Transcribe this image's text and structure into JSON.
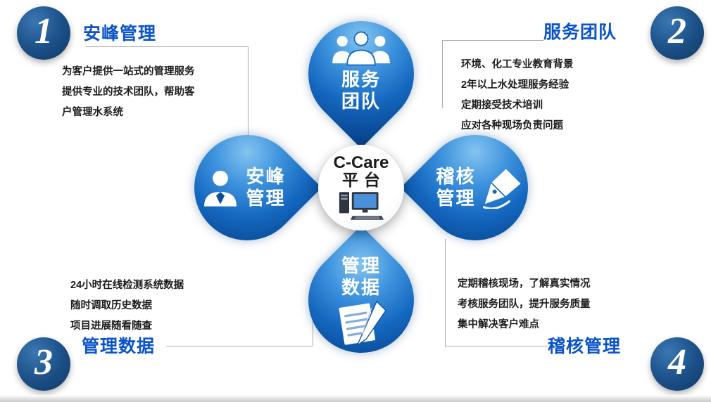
{
  "center": {
    "title": "C-Care",
    "subtitle": "平台",
    "icon": "desktop-computer-icon"
  },
  "petals": [
    {
      "position": "top",
      "lines": [
        "服务",
        "团队"
      ],
      "icon": "team-icon"
    },
    {
      "position": "left",
      "lines": [
        "安峰",
        "管理"
      ],
      "icon": "manager-icon"
    },
    {
      "position": "right",
      "lines": [
        "稽核",
        "管理"
      ],
      "icon": "fountain-pen-icon"
    },
    {
      "position": "bottom",
      "lines": [
        "管理",
        "数据"
      ],
      "icon": "document-pen-icon"
    }
  ],
  "corners": [
    {
      "number": "1",
      "heading": "安峰管理",
      "lines": [
        "为客户提供一站式的管理服务",
        "提供专业的技术团队，帮助客",
        "户管理水系统"
      ]
    },
    {
      "number": "2",
      "heading": "服务团队",
      "lines": [
        "环境、化工专业教育背景",
        "2年以上水处理服务经验",
        "定期接受技术培训",
        "应对各种现场负责问题"
      ]
    },
    {
      "number": "3",
      "heading": "管理数据",
      "lines": [
        "24小时在线检测系统数据",
        "随时调取历史数据",
        "项目进展随看随查"
      ]
    },
    {
      "number": "4",
      "heading": "稽核管理",
      "lines": [
        "定期稽核现场，了解真实情况",
        "考核服务团队，提升服务质量",
        "集中解决客户难点"
      ]
    }
  ],
  "colors": {
    "heading_blue": "#0b54c8",
    "petal_blue_dark": "#0a4b98",
    "petal_blue_light": "#84c4f0",
    "badge_navy": "#173f6b",
    "text_dark": "#1c1c1c"
  }
}
